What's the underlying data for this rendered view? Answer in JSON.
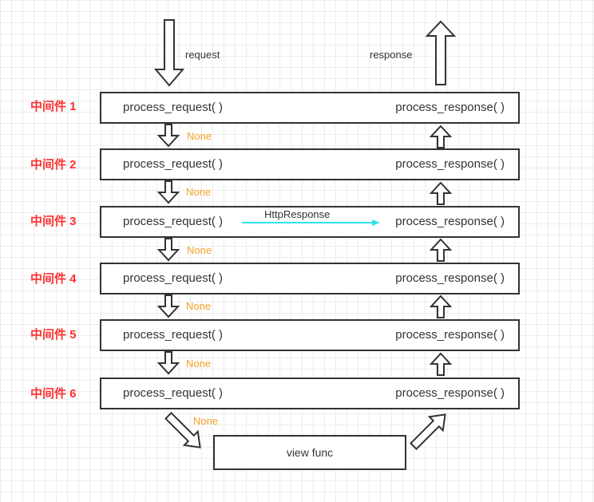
{
  "top": {
    "request_label": "request",
    "response_label": "response"
  },
  "middlewares": [
    {
      "label": "中间件 1",
      "request": "process_request( )",
      "response": "process_response( )"
    },
    {
      "label": "中间件 2",
      "request": "process_request( )",
      "response": "process_response( )"
    },
    {
      "label": "中间件 3",
      "request": "process_request( )",
      "response": "process_response( )"
    },
    {
      "label": "中间件 4",
      "request": "process_request( )",
      "response": "process_response( )"
    },
    {
      "label": "中间件 5",
      "request": "process_request( )",
      "response": "process_response( )"
    },
    {
      "label": "中间件 6",
      "request": "process_request( )",
      "response": "process_response( )"
    }
  ],
  "none_label": "None",
  "shortcut": {
    "label": "HttpResponse",
    "color": "#33e0f0"
  },
  "view": {
    "label": "view func"
  },
  "colors": {
    "middleware_label": "#ff3030",
    "none_label": "#f5a028",
    "box_border": "#333333"
  }
}
